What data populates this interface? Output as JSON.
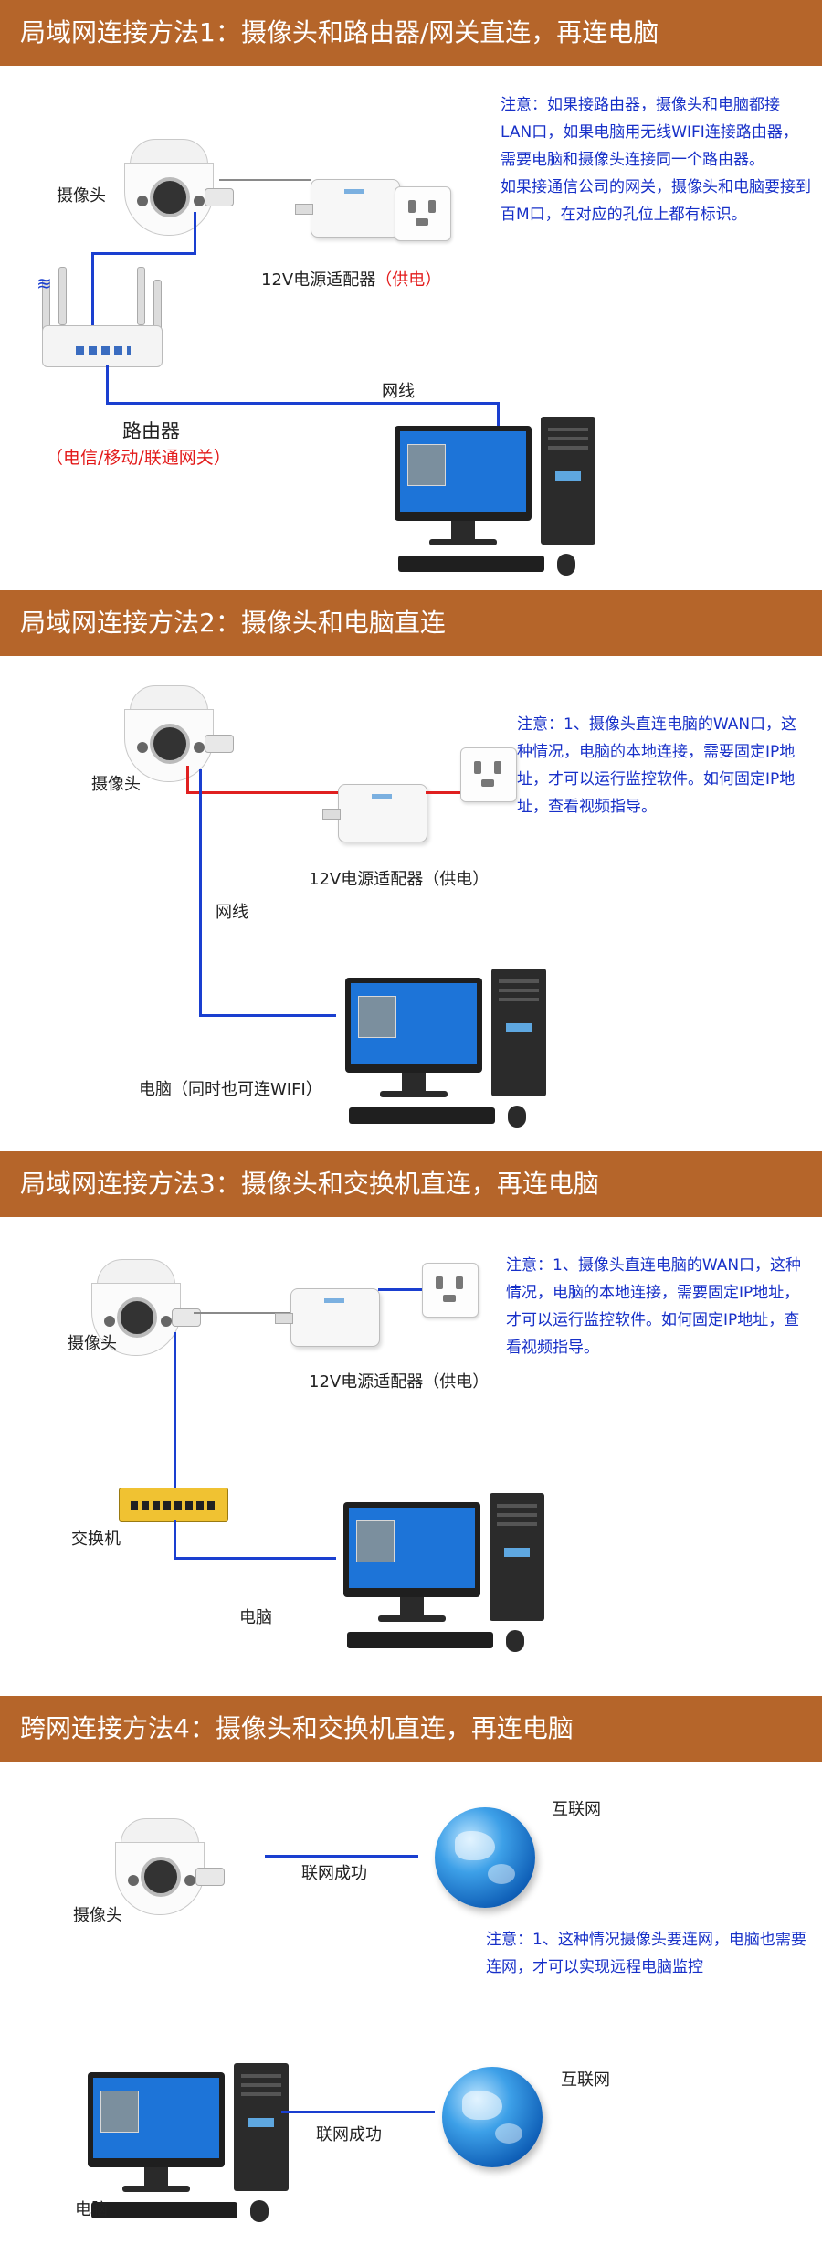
{
  "sections": [
    {
      "title": "局域网连接方法1：摄像头和路由器/网关直连，再连电脑",
      "camera_label": "摄像头",
      "adapter_label": "12V电源适配器",
      "adapter_suffix": "（供电）",
      "router_label": "路由器",
      "router_sub": "（电信/移动/联通网关）",
      "cable_label": "网线",
      "note": [
        "注意：如果接路由器，摄像头和电脑都接LAN口，如果电脑用无线WIFI连接路由器，需要电脑和摄像头连接同一个路由器。",
        "如果接通信公司的网关，摄像头和电脑要接到百M口，在对应的孔位上都有标识。"
      ]
    },
    {
      "title": "局域网连接方法2：摄像头和电脑直连",
      "camera_label": "摄像头",
      "adapter_label": "12V电源适配器（供电）",
      "cable_label": "网线",
      "pc_label": "电脑（同时也可连WIFI）",
      "note": [
        "注意：1、摄像头直连电脑的WAN口，这种情况，电脑的本地连接，需要固定IP地址，才可以运行监控软件。如何固定IP地址，查看视频指导。"
      ]
    },
    {
      "title": "局域网连接方法3：摄像头和交换机直连，再连电脑",
      "camera_label": "摄像头",
      "adapter_label": "12V电源适配器（供电）",
      "switch_label": "交换机",
      "pc_label": "电脑",
      "note": [
        "注意：1、摄像头直连电脑的WAN口，这种情况，电脑的本地连接，需要固定IP地址，才可以运行监控软件。如何固定IP地址，查看视频指导。"
      ]
    },
    {
      "title": "跨网连接方法4：摄像头和交换机直连，再连电脑",
      "camera_label": "摄像头",
      "link_label_1": "联网成功",
      "internet_label_1": "互联网",
      "note": [
        "注意：1、这种情况摄像头要连网，电脑也需要连网，才可以实现远程电脑监控"
      ],
      "pc_label": "电脑",
      "link_label_2": "联网成功",
      "internet_label_2": "互联网"
    }
  ]
}
